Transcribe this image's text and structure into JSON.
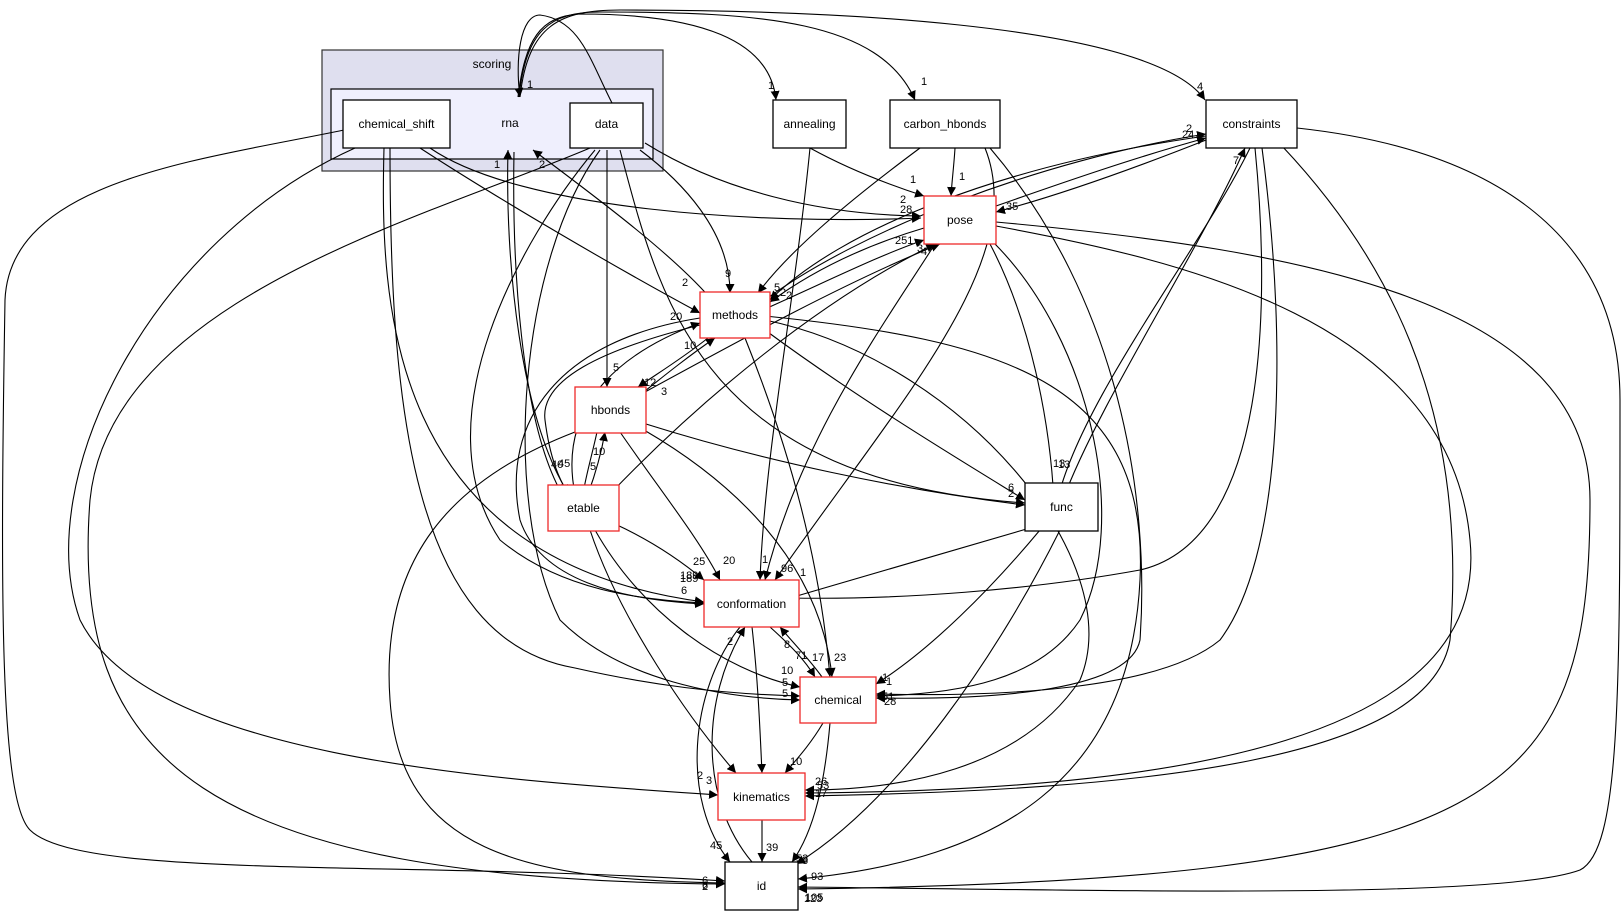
{
  "colors": {
    "outer_cluster_fill": "#dfdfef",
    "inner_cluster_fill": "#efeffd",
    "outer_cluster_stroke": "#333333",
    "plain_node_stroke": "#000000",
    "expandable_node_stroke": "#ee2a2a",
    "edge": "#000000"
  },
  "clusters": {
    "outer_label": "scoring",
    "inner_dir": "rna"
  },
  "nodes": {
    "chemical_shift": "chemical_shift",
    "data": "data",
    "annealing": "annealing",
    "carbon_hbonds": "carbon_hbonds",
    "constraints": "constraints",
    "pose": "pose",
    "methods": "methods",
    "hbonds": "hbonds",
    "etable": "etable",
    "func": "func",
    "conformation": "conformation",
    "chemical": "chemical",
    "kinematics": "kinematics",
    "id": "id"
  },
  "edges": [
    {
      "from": "data",
      "to": "rna",
      "weight": "1"
    },
    {
      "from": "rna",
      "to": "annealing",
      "weight": "1"
    },
    {
      "from": "rna",
      "to": "carbon_hbonds",
      "weight": "1"
    },
    {
      "from": "rna",
      "to": "constraints",
      "weight": "4"
    },
    {
      "from": "methods",
      "to": "rna",
      "weight": "2"
    },
    {
      "from": "etable",
      "to": "rna",
      "weight": "1"
    },
    {
      "from": "rna",
      "to": "etable",
      "weight": "40"
    },
    {
      "from": "data",
      "to": "methods",
      "weight": "9"
    },
    {
      "from": "data",
      "to": "hbonds",
      "weight": "5"
    },
    {
      "from": "data",
      "to": "func",
      "weight": "20"
    },
    {
      "from": "data",
      "to": "pose",
      "weight": "28"
    },
    {
      "from": "data",
      "to": "conformation",
      "weight": "189"
    },
    {
      "from": "data",
      "to": "chemical",
      "weight": "5"
    },
    {
      "from": "data",
      "to": "id",
      "weight": "6"
    },
    {
      "from": "chemical_shift",
      "to": "methods",
      "weight": "2"
    },
    {
      "from": "chemical_shift",
      "to": "pose",
      "weight": "2"
    },
    {
      "from": "chemical_shift",
      "to": "conformation",
      "weight": "6"
    },
    {
      "from": "chemical_shift",
      "to": "chemical",
      "weight": "5"
    },
    {
      "from": "chemical_shift",
      "to": "kinematics",
      "weight": "2"
    },
    {
      "from": "chemical_shift",
      "to": "id",
      "weight": "2"
    },
    {
      "from": "annealing",
      "to": "pose",
      "weight": "1"
    },
    {
      "from": "annealing",
      "to": "conformation",
      "weight": "1"
    },
    {
      "from": "carbon_hbonds",
      "to": "pose",
      "weight": "1"
    },
    {
      "from": "carbon_hbonds",
      "to": "methods",
      "weight": "5"
    },
    {
      "from": "carbon_hbonds",
      "to": "conformation",
      "weight": "96"
    },
    {
      "from": "carbon_hbonds",
      "to": "chemical",
      "weight": "51"
    },
    {
      "from": "constraints",
      "to": "pose",
      "weight": "35"
    },
    {
      "from": "constraints",
      "to": "methods",
      "weight": "2"
    },
    {
      "from": "constraints",
      "to": "func",
      "weight": "13"
    },
    {
      "from": "constraints",
      "to": "conformation",
      "weight": "5"
    },
    {
      "from": "constraints",
      "to": "chemical",
      "weight": "1"
    },
    {
      "from": "constraints",
      "to": "kinematics",
      "weight": "53"
    },
    {
      "from": "constraints",
      "to": "id",
      "weight": "105"
    },
    {
      "from": "pose",
      "to": "constraints",
      "weight": "2"
    },
    {
      "from": "pose",
      "to": "methods",
      "weight": "2"
    },
    {
      "from": "pose",
      "to": "func",
      "weight": "13"
    },
    {
      "from": "pose",
      "to": "conformation",
      "weight": "1"
    },
    {
      "from": "pose",
      "to": "chemical",
      "weight": "28"
    },
    {
      "from": "pose",
      "to": "kinematics",
      "weight": "17"
    },
    {
      "from": "pose",
      "to": "id",
      "weight": "123"
    },
    {
      "from": "methods",
      "to": "pose",
      "weight": "251"
    },
    {
      "from": "methods",
      "to": "constraints",
      "weight": "24"
    },
    {
      "from": "methods",
      "to": "hbonds",
      "weight": "12"
    },
    {
      "from": "methods",
      "to": "etable",
      "weight": "45"
    },
    {
      "from": "methods",
      "to": "func",
      "weight": "6"
    },
    {
      "from": "methods",
      "to": "conformation",
      "weight": "189"
    },
    {
      "from": "methods",
      "to": "chemical",
      "weight": "17"
    },
    {
      "from": "methods",
      "to": "kinematics",
      "weight": "26"
    },
    {
      "from": "methods",
      "to": "id",
      "weight": "93"
    },
    {
      "from": "hbonds",
      "to": "methods",
      "weight": "10"
    },
    {
      "from": "hbonds",
      "to": "pose",
      "weight": "4"
    },
    {
      "from": "hbonds",
      "to": "etable",
      "weight": "5"
    },
    {
      "from": "hbonds",
      "to": "func",
      "weight": "2"
    },
    {
      "from": "hbonds",
      "to": "conformation",
      "weight": "20"
    },
    {
      "from": "hbonds",
      "to": "chemical",
      "weight": "23"
    },
    {
      "from": "hbonds",
      "to": "id",
      "weight": "6"
    },
    {
      "from": "etable",
      "to": "hbonds",
      "weight": "10"
    },
    {
      "from": "etable",
      "to": "methods",
      "weight": "3"
    },
    {
      "from": "etable",
      "to": "pose",
      "weight": "3"
    },
    {
      "from": "etable",
      "to": "conformation",
      "weight": "25"
    },
    {
      "from": "etable",
      "to": "chemical",
      "weight": "10"
    },
    {
      "from": "etable",
      "to": "kinematics",
      "weight": "3"
    },
    {
      "from": "func",
      "to": "constraints",
      "weight": "7"
    },
    {
      "from": "func",
      "to": "conformation",
      "weight": "78"
    },
    {
      "from": "func",
      "to": "chemical",
      "weight": "1"
    },
    {
      "from": "func",
      "to": "id",
      "weight": "3"
    },
    {
      "from": "conformation",
      "to": "chemical",
      "weight": "71"
    },
    {
      "from": "conformation",
      "to": "kinematics",
      "weight": "41"
    },
    {
      "from": "conformation",
      "to": "id",
      "weight": "45"
    },
    {
      "from": "chemical",
      "to": "conformation",
      "weight": "8"
    },
    {
      "from": "chemical",
      "to": "kinematics",
      "weight": "10"
    },
    {
      "from": "chemical",
      "to": "id",
      "weight": "53"
    },
    {
      "from": "kinematics",
      "to": "id",
      "weight": "39"
    },
    {
      "from": "id",
      "to": "conformation",
      "weight": "2"
    }
  ]
}
